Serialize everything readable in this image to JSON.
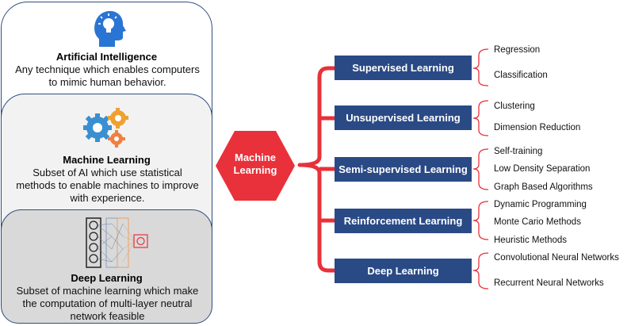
{
  "panels": {
    "ai": {
      "title": "Artificial Intelligence",
      "desc_lines": [
        "Any technique which enables computers",
        "to mimic human behavior."
      ]
    },
    "ml": {
      "title": "Machine Learning",
      "desc_lines": [
        "Subset of AI which use statistical",
        "methods to enable machines to improve",
        "with experience."
      ]
    },
    "dl": {
      "title": "Deep Learning",
      "desc_lines": [
        "Subset of machine learning which make",
        "the computation of multi-layer neutral",
        "network feasible"
      ]
    }
  },
  "center": {
    "label_lines": [
      "Machine",
      "Learning"
    ]
  },
  "categories": [
    {
      "label": "Supervised Learning",
      "items": [
        "Regression",
        "Classification"
      ]
    },
    {
      "label": "Unsupervised Learning",
      "items": [
        "Clustering",
        "Dimension Reduction"
      ]
    },
    {
      "label": "Semi-supervised Learning",
      "items": [
        "Self-training",
        "Low Density Separation",
        "Graph Based Algorithms"
      ]
    },
    {
      "label": "Reinforcement Learning",
      "items": [
        "Dynamic Programming",
        "Monte Cario Methods",
        "Heuristic Methods"
      ]
    },
    {
      "label": "Deep Learning",
      "items": [
        "Convolutional Neural Networks",
        "Recurrent Neural Networks"
      ]
    }
  ],
  "colors": {
    "accent_red": "#e8313a",
    "category_blue": "#2a4a85",
    "head_icon_blue": "#2a74d4",
    "gear_blue": "#3a8fd1",
    "gear_orange": "#f0a030",
    "panel_border": "#2f4d7e"
  },
  "icons": {
    "ai": "head-lightbulb-icon",
    "ml": "gears-icon",
    "dl": "neural-network-icon"
  }
}
